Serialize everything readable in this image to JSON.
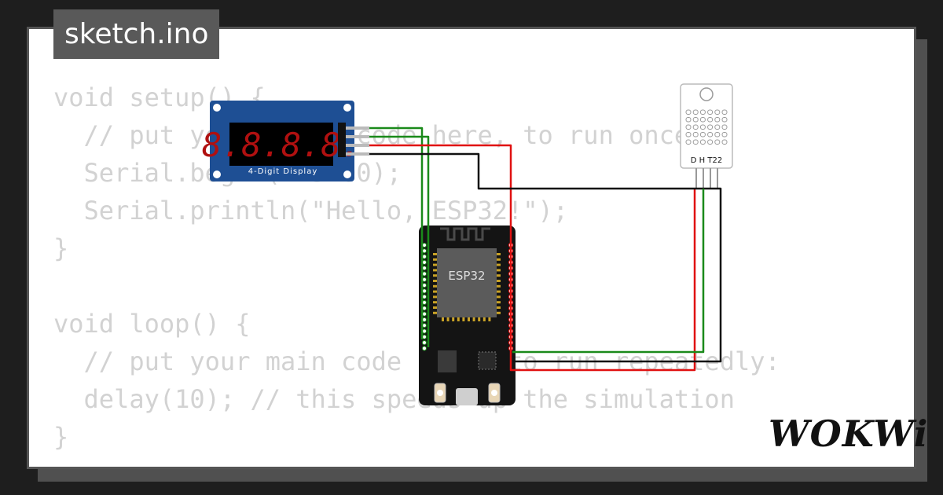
{
  "tab": {
    "filename": "sketch.ino"
  },
  "code": {
    "lines": [
      "void setup() {",
      "  // put your setup code here, to run once:",
      "  Serial.begin(115200);",
      "  Serial.println(\"Hello, ESP32!\");",
      "}",
      "",
      "void loop() {",
      "  // put your main code here, to run repeatedly:",
      "  delay(10); // this speeds up the simulation",
      "}"
    ]
  },
  "components": {
    "display": {
      "digits": "8.8.8.8.",
      "label": "4-Digit Display"
    },
    "esp32": {
      "chip_label": "ESP32"
    },
    "sensor": {
      "label": "D H T22"
    }
  },
  "brand": {
    "logo_text": "WOKWi"
  },
  "colors": {
    "wire_green": "#1a8a1a",
    "wire_red": "#e01010",
    "wire_black": "#111111",
    "display_board": "#1e4f94",
    "segment_red": "#b01010",
    "esp_board": "#141414"
  }
}
